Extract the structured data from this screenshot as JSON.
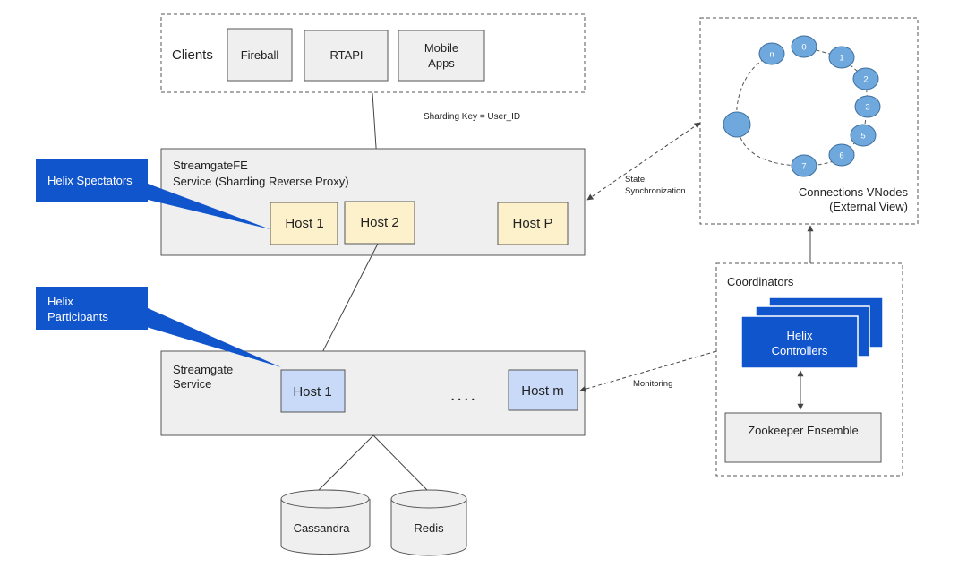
{
  "clients": {
    "title": "Clients",
    "items": [
      "Fireball",
      "RTAPI",
      [
        "Mobile",
        "Apps"
      ]
    ]
  },
  "sharding_key": "Sharding Key = User_ID",
  "frontend": {
    "title_line1": "StreamgateFE",
    "title_line2": "Service (Sharding Reverse Proxy)",
    "hosts": [
      "Host 1",
      "Host 2",
      "Host P"
    ]
  },
  "streamgate": {
    "title_line1": "Streamgate",
    "title_line2": "Service",
    "hosts": [
      "Host 1",
      "Host m"
    ],
    "ellipsis": "...."
  },
  "helix_spectators": "Helix Spectators",
  "helix_participants": [
    "Helix",
    "Participants"
  ],
  "storage": [
    "Cassandra",
    "Redis"
  ],
  "state_sync": [
    "State",
    "Synchronization"
  ],
  "monitoring": "Monitoring",
  "ring": {
    "nodes": [
      "n",
      "0",
      "1",
      "2",
      "3",
      "5",
      "6",
      "7",
      ""
    ],
    "caption_line1": "Connections VNodes",
    "caption_line2": "(External View)"
  },
  "coordinators": {
    "title": "Coordinators",
    "controllers": [
      "Helix",
      "Controllers"
    ],
    "zookeeper": "Zookeeper Ensemble"
  },
  "colors": {
    "host_fe_fill": "#fdf1cc",
    "host_sg_fill": "#c9daf8",
    "box_gray": "#efefef",
    "helix_blue": "#1155cc",
    "node_blue": "#6fa8dc"
  }
}
